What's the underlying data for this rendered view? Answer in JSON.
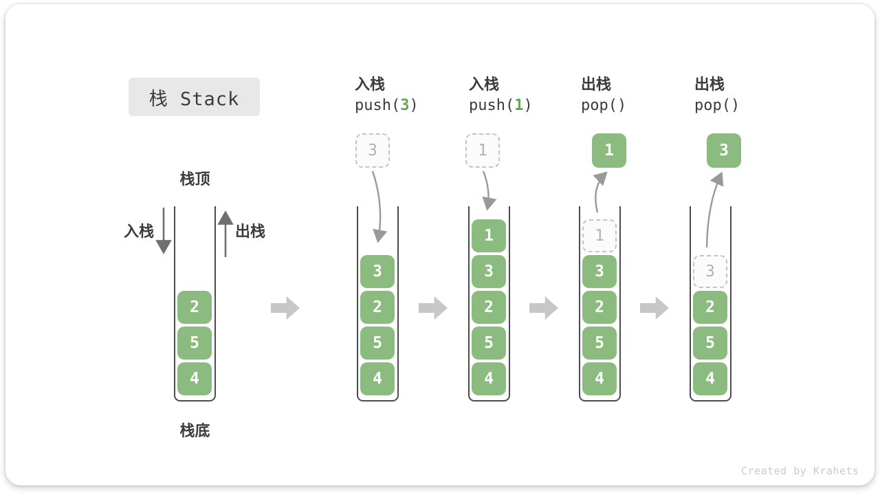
{
  "title": "栈 Stack",
  "watermark": "Created by Krahets",
  "labels": {
    "stack_top": "栈顶",
    "stack_bottom": "栈底",
    "push_side": "入栈",
    "pop_side": "出栈"
  },
  "initial": {
    "stack": [
      {
        "value": "2"
      },
      {
        "value": "5"
      },
      {
        "value": "4"
      }
    ]
  },
  "steps": [
    {
      "op": "入栈",
      "code_fn": "push(",
      "code_arg": "3",
      "code_close": ")",
      "top_box": {
        "value": "3",
        "dashed": true
      },
      "arrow": "push",
      "stack": [
        {
          "value": "3"
        },
        {
          "value": "2"
        },
        {
          "value": "5"
        },
        {
          "value": "4"
        }
      ]
    },
    {
      "op": "入栈",
      "code_fn": "push(",
      "code_arg": "1",
      "code_close": ")",
      "top_box": {
        "value": "1",
        "dashed": true
      },
      "arrow": "push",
      "stack": [
        {
          "value": "1"
        },
        {
          "value": "3"
        },
        {
          "value": "2"
        },
        {
          "value": "5"
        },
        {
          "value": "4"
        }
      ]
    },
    {
      "op": "出栈",
      "code_fn": "pop(",
      "code_arg": "",
      "code_close": ")",
      "top_box": {
        "value": "1",
        "dashed": false
      },
      "arrow": "pop",
      "stack": [
        {
          "value": "1",
          "dashed": true
        },
        {
          "value": "3"
        },
        {
          "value": "2"
        },
        {
          "value": "5"
        },
        {
          "value": "4"
        }
      ]
    },
    {
      "op": "出栈",
      "code_fn": "pop(",
      "code_arg": "",
      "code_close": ")",
      "top_box": {
        "value": "3",
        "dashed": false
      },
      "arrow": "pop",
      "stack": [
        {
          "value": "3",
          "dashed": true
        },
        {
          "value": "2"
        },
        {
          "value": "5"
        },
        {
          "value": "4"
        }
      ]
    }
  ],
  "colors": {
    "green_box": "#8cbb7f",
    "code_green": "#64a44e",
    "label_text": "#3b3b3b",
    "wall": "#4b4b4b",
    "dashed_border": "#c4c4c4",
    "dashed_text": "#b3b3b3",
    "block_arrow": "#c7c7c7",
    "curve_arrow": "#999999",
    "straight_arrow": "#6f6f6f",
    "title_bg": "#e8e8e8",
    "watermark": "#cbcbcb"
  }
}
